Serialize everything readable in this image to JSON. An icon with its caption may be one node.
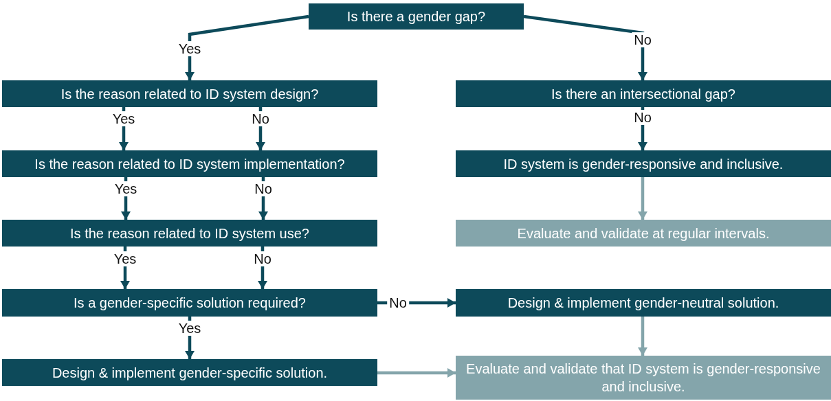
{
  "diagram": {
    "nodes": [
      {
        "text": [
          "Is there a gender gap?"
        ]
      },
      {
        "text": [
          "Is the reason related to ID system design?"
        ]
      },
      {
        "text": [
          "Is there an intersectional gap?"
        ]
      },
      {
        "text": [
          "Is the reason related to ID system implementation?"
        ]
      },
      {
        "text": [
          "ID system is gender-responsive and inclusive."
        ]
      },
      {
        "text": [
          "Is the reason related to ID system use?"
        ]
      },
      {
        "text": [
          "Evaluate and validate at regular intervals."
        ]
      },
      {
        "text": [
          "Is a gender-specific solution required?"
        ]
      },
      {
        "text": [
          "Design & implement gender-neutral solution."
        ]
      },
      {
        "text": [
          "Design & implement gender-specific solution."
        ]
      },
      {
        "text": [
          "Evaluate and validate that ID system is gender-responsive and inclusive."
        ]
      }
    ],
    "edges": [
      {
        "from": 0,
        "to": 1,
        "arrow": "to",
        "label": "Yes"
      },
      {
        "from": 0,
        "to": 2,
        "arrow": "to",
        "label": "No"
      },
      {
        "from": 1,
        "to": 3,
        "arrow": "to",
        "label": "Yes"
      },
      {
        "from": 1,
        "to": 3,
        "arrow": "to",
        "label": "No"
      },
      {
        "from": 2,
        "to": 4,
        "arrow": "to",
        "label": "No"
      },
      {
        "from": 3,
        "to": 5,
        "arrow": "to",
        "label": "Yes"
      },
      {
        "from": 3,
        "to": 5,
        "arrow": "to",
        "label": "No"
      },
      {
        "from": 4,
        "to": 6,
        "arrow": "to",
        "color": "#84a5ab"
      },
      {
        "from": 5,
        "to": 7,
        "arrow": "to",
        "label": "Yes"
      },
      {
        "from": 5,
        "to": 7,
        "arrow": "to",
        "label": "No"
      },
      {
        "from": 7,
        "to": 8,
        "arrow": "to",
        "label": "No"
      },
      {
        "from": 7,
        "to": 9,
        "arrow": "to",
        "label": "Yes"
      },
      {
        "from": 8,
        "to": 10,
        "arrow": "to",
        "color": "#84a5ab"
      },
      {
        "from": 9,
        "to": 10,
        "arrow": "to",
        "color": "#84a5ab"
      }
    ]
  }
}
